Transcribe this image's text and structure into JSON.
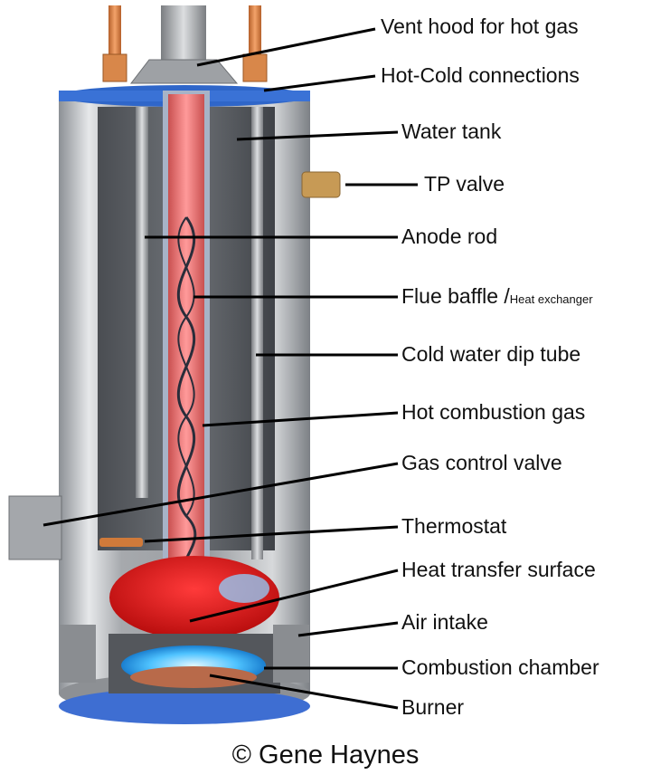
{
  "labels": {
    "vent_hood": "Vent hood for hot gas",
    "hot_cold": "Hot-Cold connections",
    "water_tank": "Water tank",
    "tp_valve": "TP valve",
    "anode_rod": "Anode rod",
    "flue_baffle": "Flue baffle /",
    "heat_exchanger": "Heat exchanger",
    "dip_tube": "Cold water dip tube",
    "hot_gas": "Hot combustion gas",
    "gas_valve": "Gas control valve",
    "thermostat": "Thermostat",
    "heat_surface": "Heat transfer surface",
    "air_intake": "Air intake",
    "combustion_chamber": "Combustion chamber",
    "burner": "Burner"
  },
  "credit": "© Gene Haynes",
  "colors": {
    "tank_steel": "#b9bcc0",
    "tank_top": "#2f66c9",
    "flue_gas": "#ef6a6a",
    "heat_plate": "#e01818",
    "flame": "#4fc3ff",
    "copper": "#e0803c",
    "brass": "#c79a55"
  }
}
